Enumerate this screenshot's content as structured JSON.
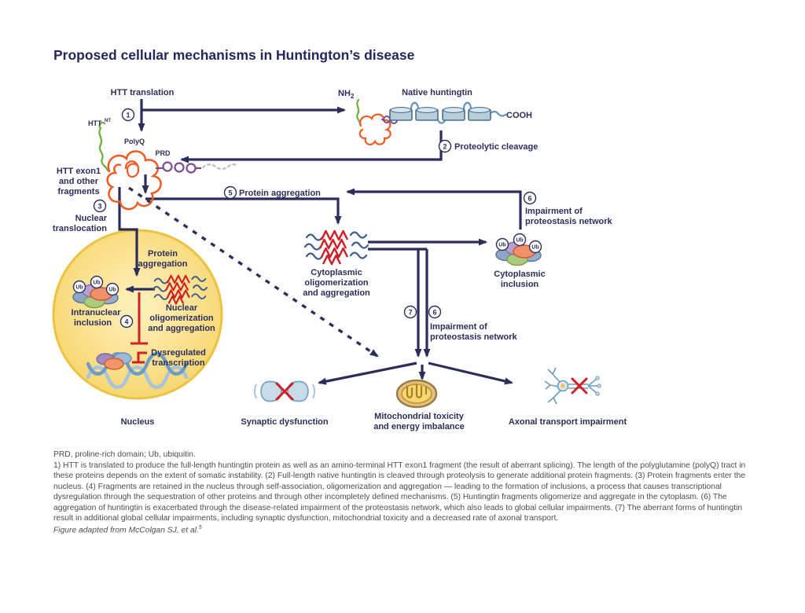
{
  "title": "Proposed cellular mechanisms in Huntington’s disease",
  "colors": {
    "navy": "#2b2e5b",
    "red": "#cf2127",
    "nucleus_yellow": "#f8dc7a",
    "nucleus_border": "#eac342",
    "orange_polyq": "#ef5b25",
    "green_nt": "#6fae3f",
    "purple_prd": "#7d4a97",
    "backbone_blue": "#5f94c0",
    "footer_gray": "#4d4d50"
  },
  "steps": {
    "n1": "1",
    "n2": "2",
    "n3": "3",
    "n4": "4",
    "n5": "5",
    "n6": "6",
    "n7": "7"
  },
  "labels": {
    "htt_translation": "HTT translation",
    "nh2_base": "NH",
    "nh2_sub": "2",
    "native_huntingtin": "Native huntingtin",
    "cooh": "COOH",
    "htt_nt_base": "HTT",
    "htt_nt_sup": "NT",
    "polyq": "PolyQ",
    "prd": "PRD",
    "htt_exon1_l1": "HTT exon1",
    "htt_exon1_l2": "and other",
    "htt_exon1_l3": "fragments",
    "proteolytic_cleavage": "Proteolytic cleavage",
    "protein_aggregation": "Protein aggregation",
    "nuclear_transloc_l1": "Nuclear",
    "nuclear_transloc_l2": "translocation",
    "impairment_l1": "Impairment of",
    "impairment_l2": "proteostasis network",
    "nuc_protein_agg_l1": "Protein",
    "nuc_protein_agg_l2": "aggregation",
    "intranuclear_l1": "Intranuclear",
    "intranuclear_l2": "inclusion",
    "nuclear_olig_l1": "Nuclear",
    "nuclear_olig_l2": "oligomerization",
    "nuclear_olig_l3": "and aggregation",
    "dysreg_l1": "Dysregulated",
    "dysreg_l2": "transcription",
    "nucleus": "Nucleus",
    "cyto_olig_l1": "Cytoplasmic",
    "cyto_olig_l2": "oligomerization",
    "cyto_olig_l3": "and aggregation",
    "cyto_incl_l1": "Cytoplasmic",
    "cyto_incl_l2": "inclusion",
    "synaptic": "Synaptic dysfunction",
    "mito_l1": "Mitochondrial toxicity",
    "mito_l2": "and energy imbalance",
    "axonal": "Axonal transport impairment",
    "ub": "Ub"
  },
  "footer": {
    "abbrev": "PRD, proline-rich domain; Ub, ubiquitin.",
    "body": "1) HTT is translated to produce the full-length huntingtin protein as well as an amino-terminal HTT exon1 fragment (the result of aberrant splicing). The length of the polyglutamine (polyQ) tract in these proteins depends on the extent of somatic instability. (2) Full-length native huntingtin is cleaved through proteolysis to generate additional protein fragments. (3) Protein fragments enter the nucleus. (4) Fragments are retained in the nucleus through self-association, oligomerization and aggregation — leading to the formation of inclusions, a process that causes transcriptional dysregulation through the sequestration of other proteins and through other incompletely defined mechanisms. (5) Huntingtin fragments oligomerize and aggregate in the cytoplasm. (6) The aggregation of huntingtin is exacerbated through the disease-related impairment of the proteostasis network, which also leads to global cellular impairments. (7) The aberrant forms of huntingtin result in additional global cellular impairments, including synaptic dysfunction, mitochondrial toxicity and a decreased rate of axonal transport.",
    "citation_text": "Figure adapted from McColgan SJ, et al.",
    "citation_sup": "5"
  }
}
